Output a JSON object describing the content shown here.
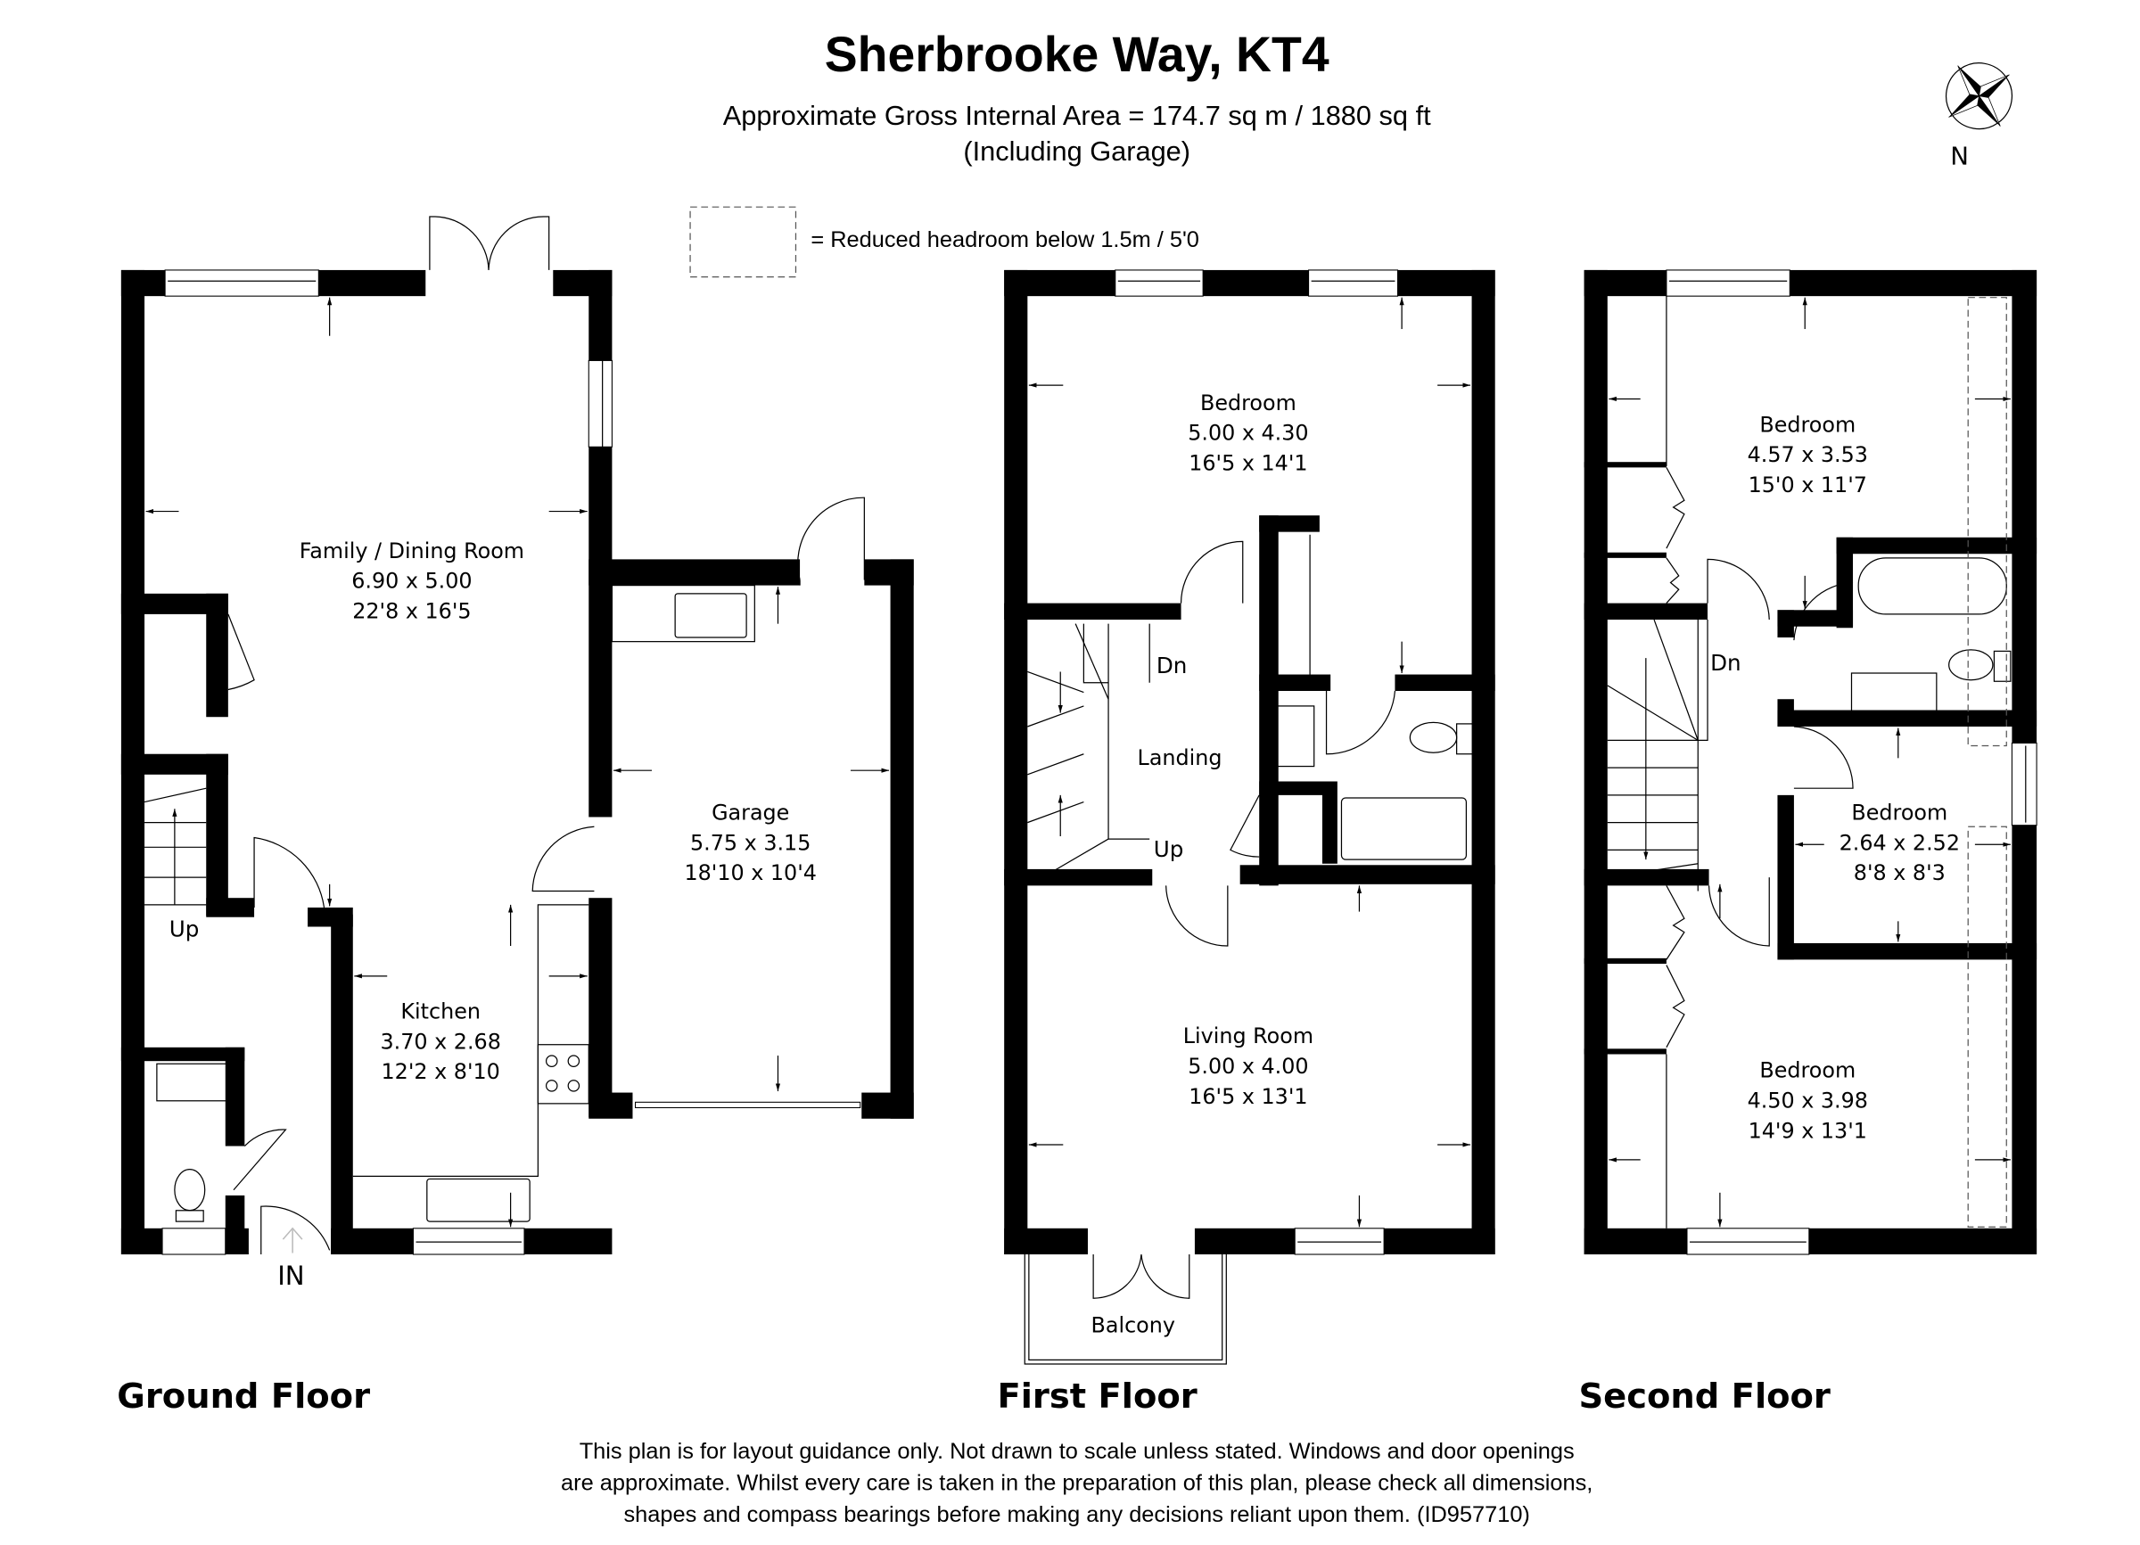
{
  "header": {
    "title": "Sherbrooke Way, KT4",
    "area_line": "Approximate Gross Internal Area = 174.7 sq m / 1880 sq ft",
    "area_note": "(Including Garage)"
  },
  "legend": {
    "reduced_headroom": "= Reduced headroom below 1.5m / 5'0"
  },
  "compass": {
    "label": "N"
  },
  "floors": {
    "ground": {
      "label": "Ground Floor",
      "rooms": [
        {
          "name": "Family / Dining Room",
          "metric": "6.90 x 5.00",
          "imperial": "22'8 x 16'5"
        },
        {
          "name": "Garage",
          "metric": "5.75 x 3.15",
          "imperial": "18'10 x 10'4"
        },
        {
          "name": "Kitchen",
          "metric": "3.70 x 2.68",
          "imperial": "12'2 x 8'10"
        }
      ],
      "stairs_label": "Up",
      "entrance_label": "IN"
    },
    "first": {
      "label": "First Floor",
      "rooms": [
        {
          "name": "Bedroom",
          "metric": "5.00 x 4.30",
          "imperial": "16'5 x 14'1"
        },
        {
          "name": "Landing",
          "metric": "",
          "imperial": ""
        },
        {
          "name": "Living Room",
          "metric": "5.00 x 4.00",
          "imperial": "16'5 x 13'1"
        },
        {
          "name": "Balcony",
          "metric": "",
          "imperial": ""
        }
      ],
      "stairs_down": "Dn",
      "stairs_up": "Up"
    },
    "second": {
      "label": "Second Floor",
      "rooms": [
        {
          "name": "Bedroom",
          "metric": "4.57 x 3.53",
          "imperial": "15'0 x 11'7"
        },
        {
          "name": "Bedroom",
          "metric": "2.64 x 2.52",
          "imperial": "8'8 x 8'3"
        },
        {
          "name": "Bedroom",
          "metric": "4.50 x 3.98",
          "imperial": "14'9 x 13'1"
        }
      ],
      "stairs_down": "Dn"
    }
  },
  "footer": {
    "line1": "This plan is for layout guidance only. Not drawn to scale unless stated. Windows and door openings",
    "line2": "are approximate. Whilst every care is taken in the preparation of this plan, please check all dimensions,",
    "line3": "shapes and compass bearings before making any decisions reliant upon them. (ID957710)"
  }
}
